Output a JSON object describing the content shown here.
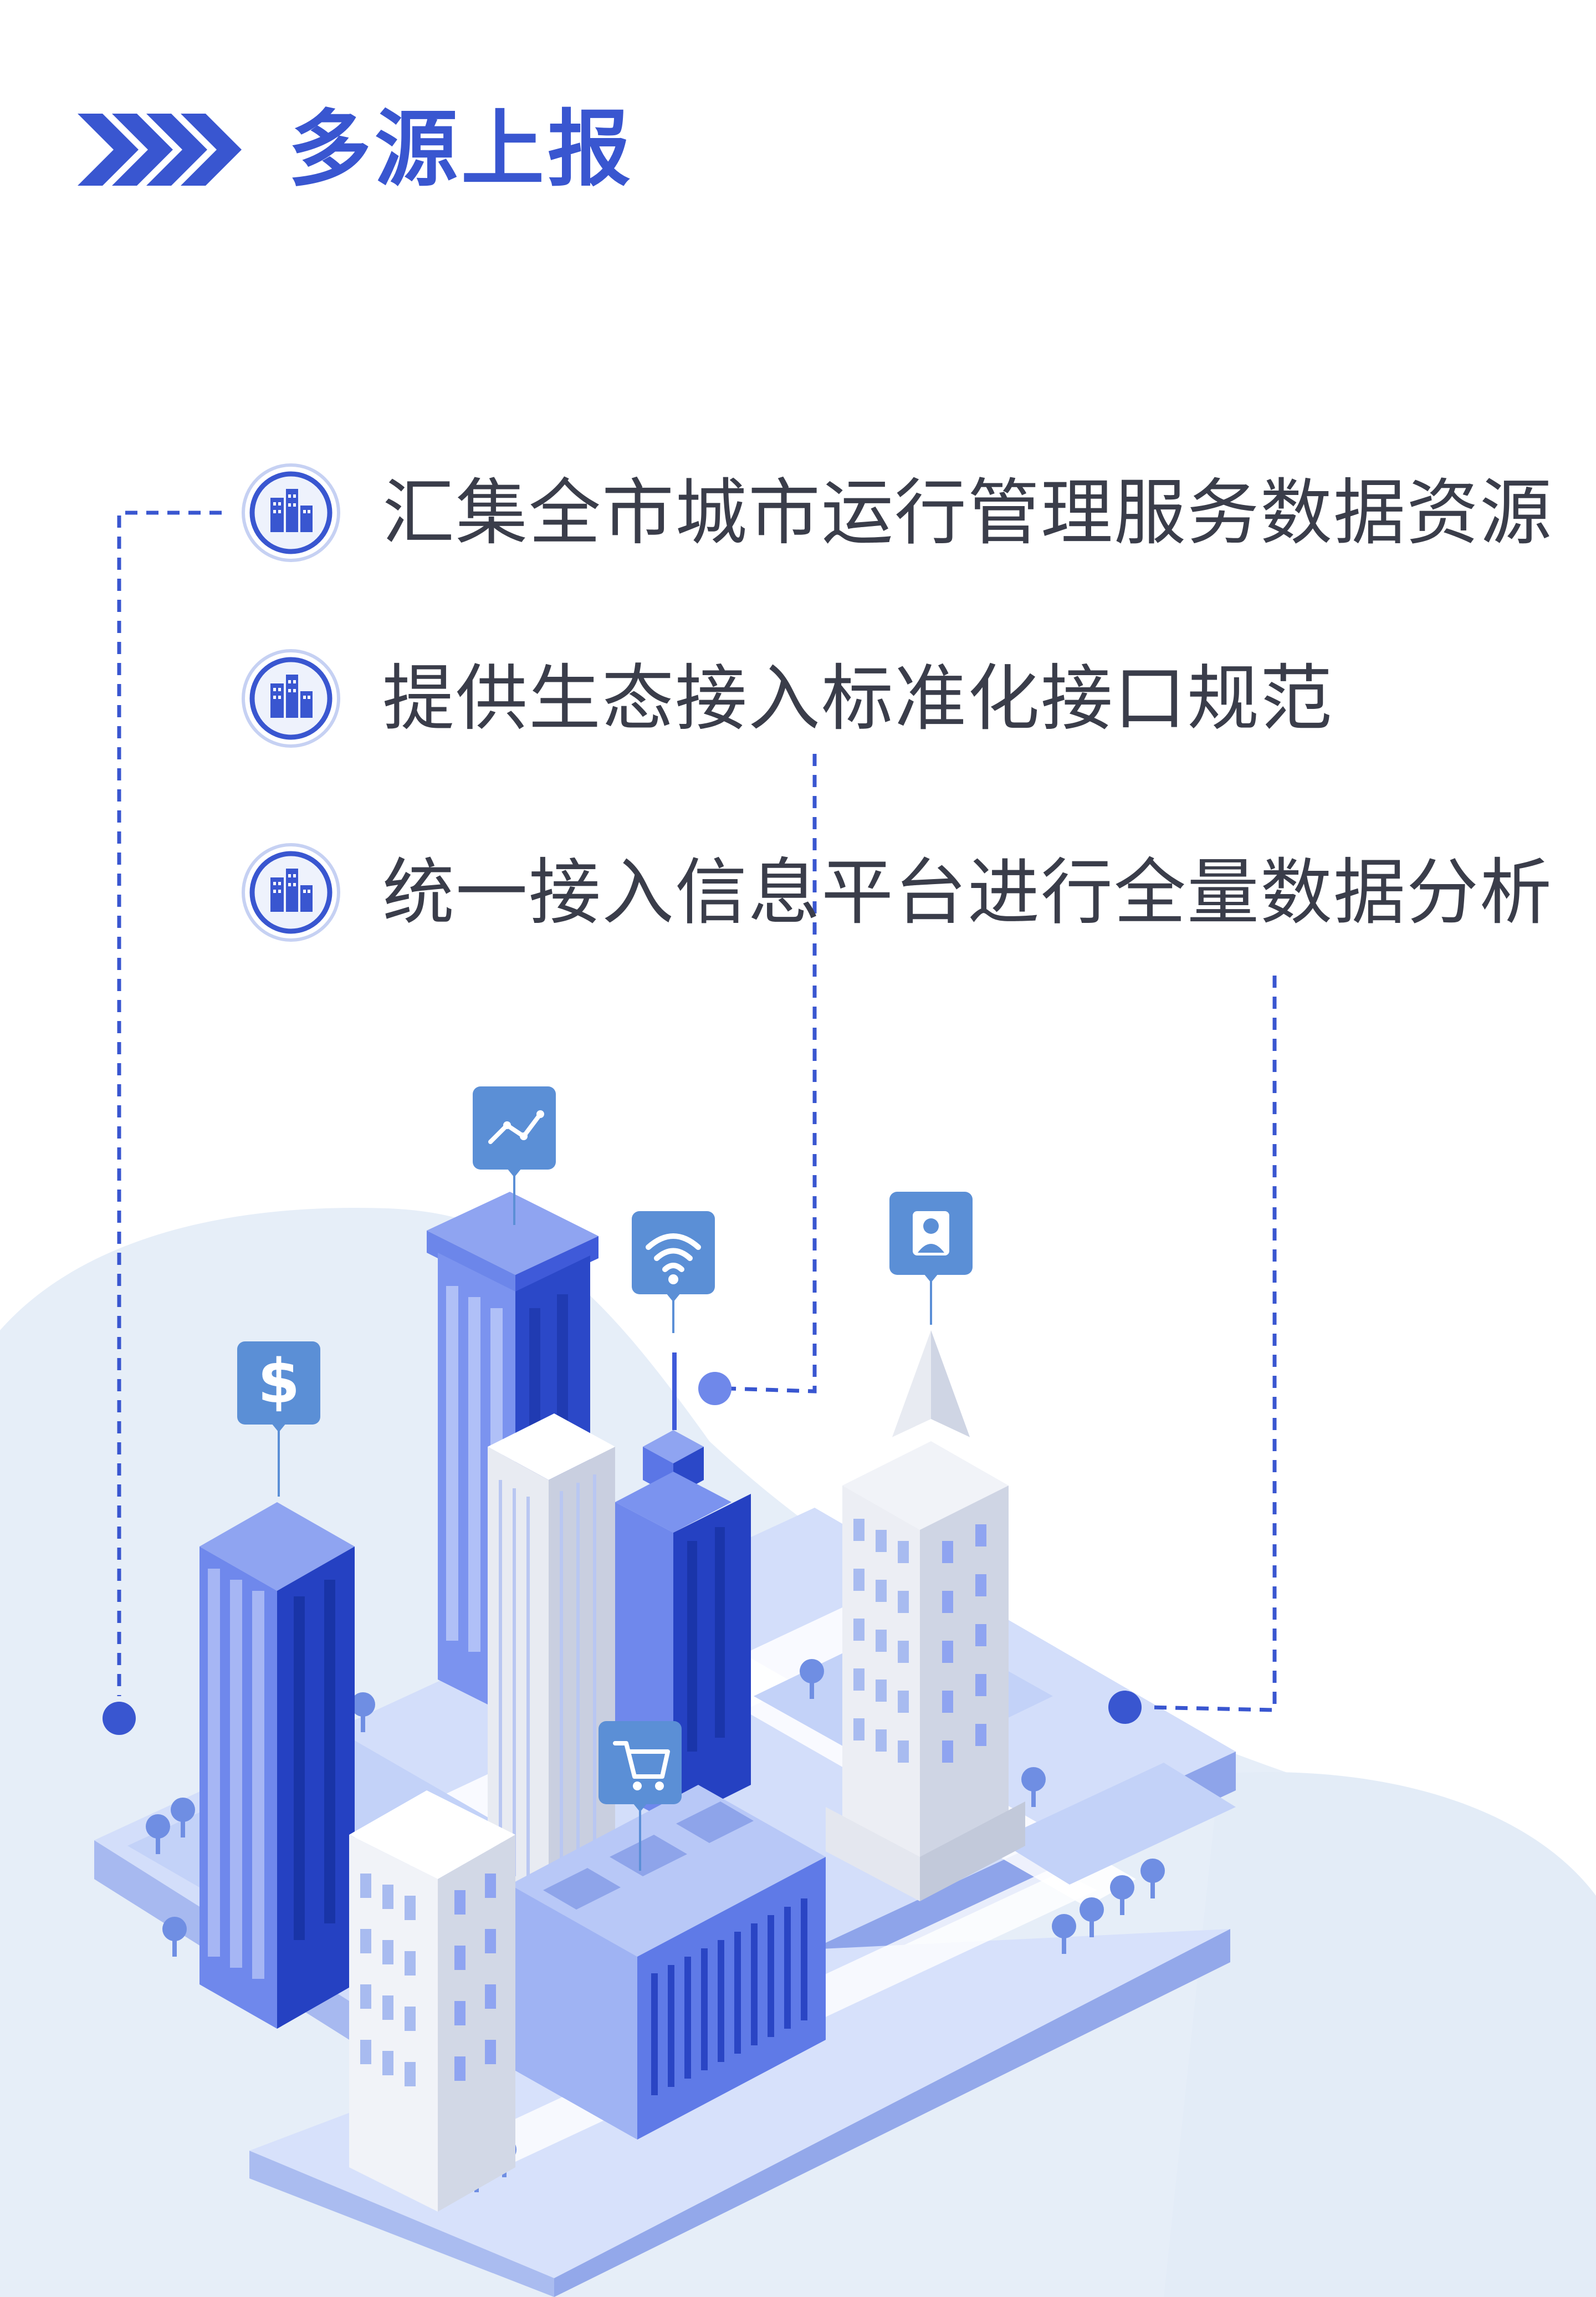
{
  "header": {
    "title": "多源上报",
    "icon": "chevrons-right-icon"
  },
  "features": [
    {
      "icon": "city-buildings-icon",
      "text": "汇集全市城市运行管理服务数据资源"
    },
    {
      "icon": "city-buildings-icon",
      "text": "提供生态接入标准化接口规范"
    },
    {
      "icon": "city-buildings-icon",
      "text": "统一接入信息平台进行全量数据分析"
    }
  ],
  "illustration": {
    "pin_icons": [
      "trend-chart-icon",
      "wifi-icon",
      "user-icon",
      "dollar-icon",
      "shopping-cart-icon"
    ]
  },
  "colors": {
    "accent": "#3956d0",
    "text": "#3a3d4a",
    "background_blob": "#e6eef8",
    "pin": "#5b8fd6"
  }
}
